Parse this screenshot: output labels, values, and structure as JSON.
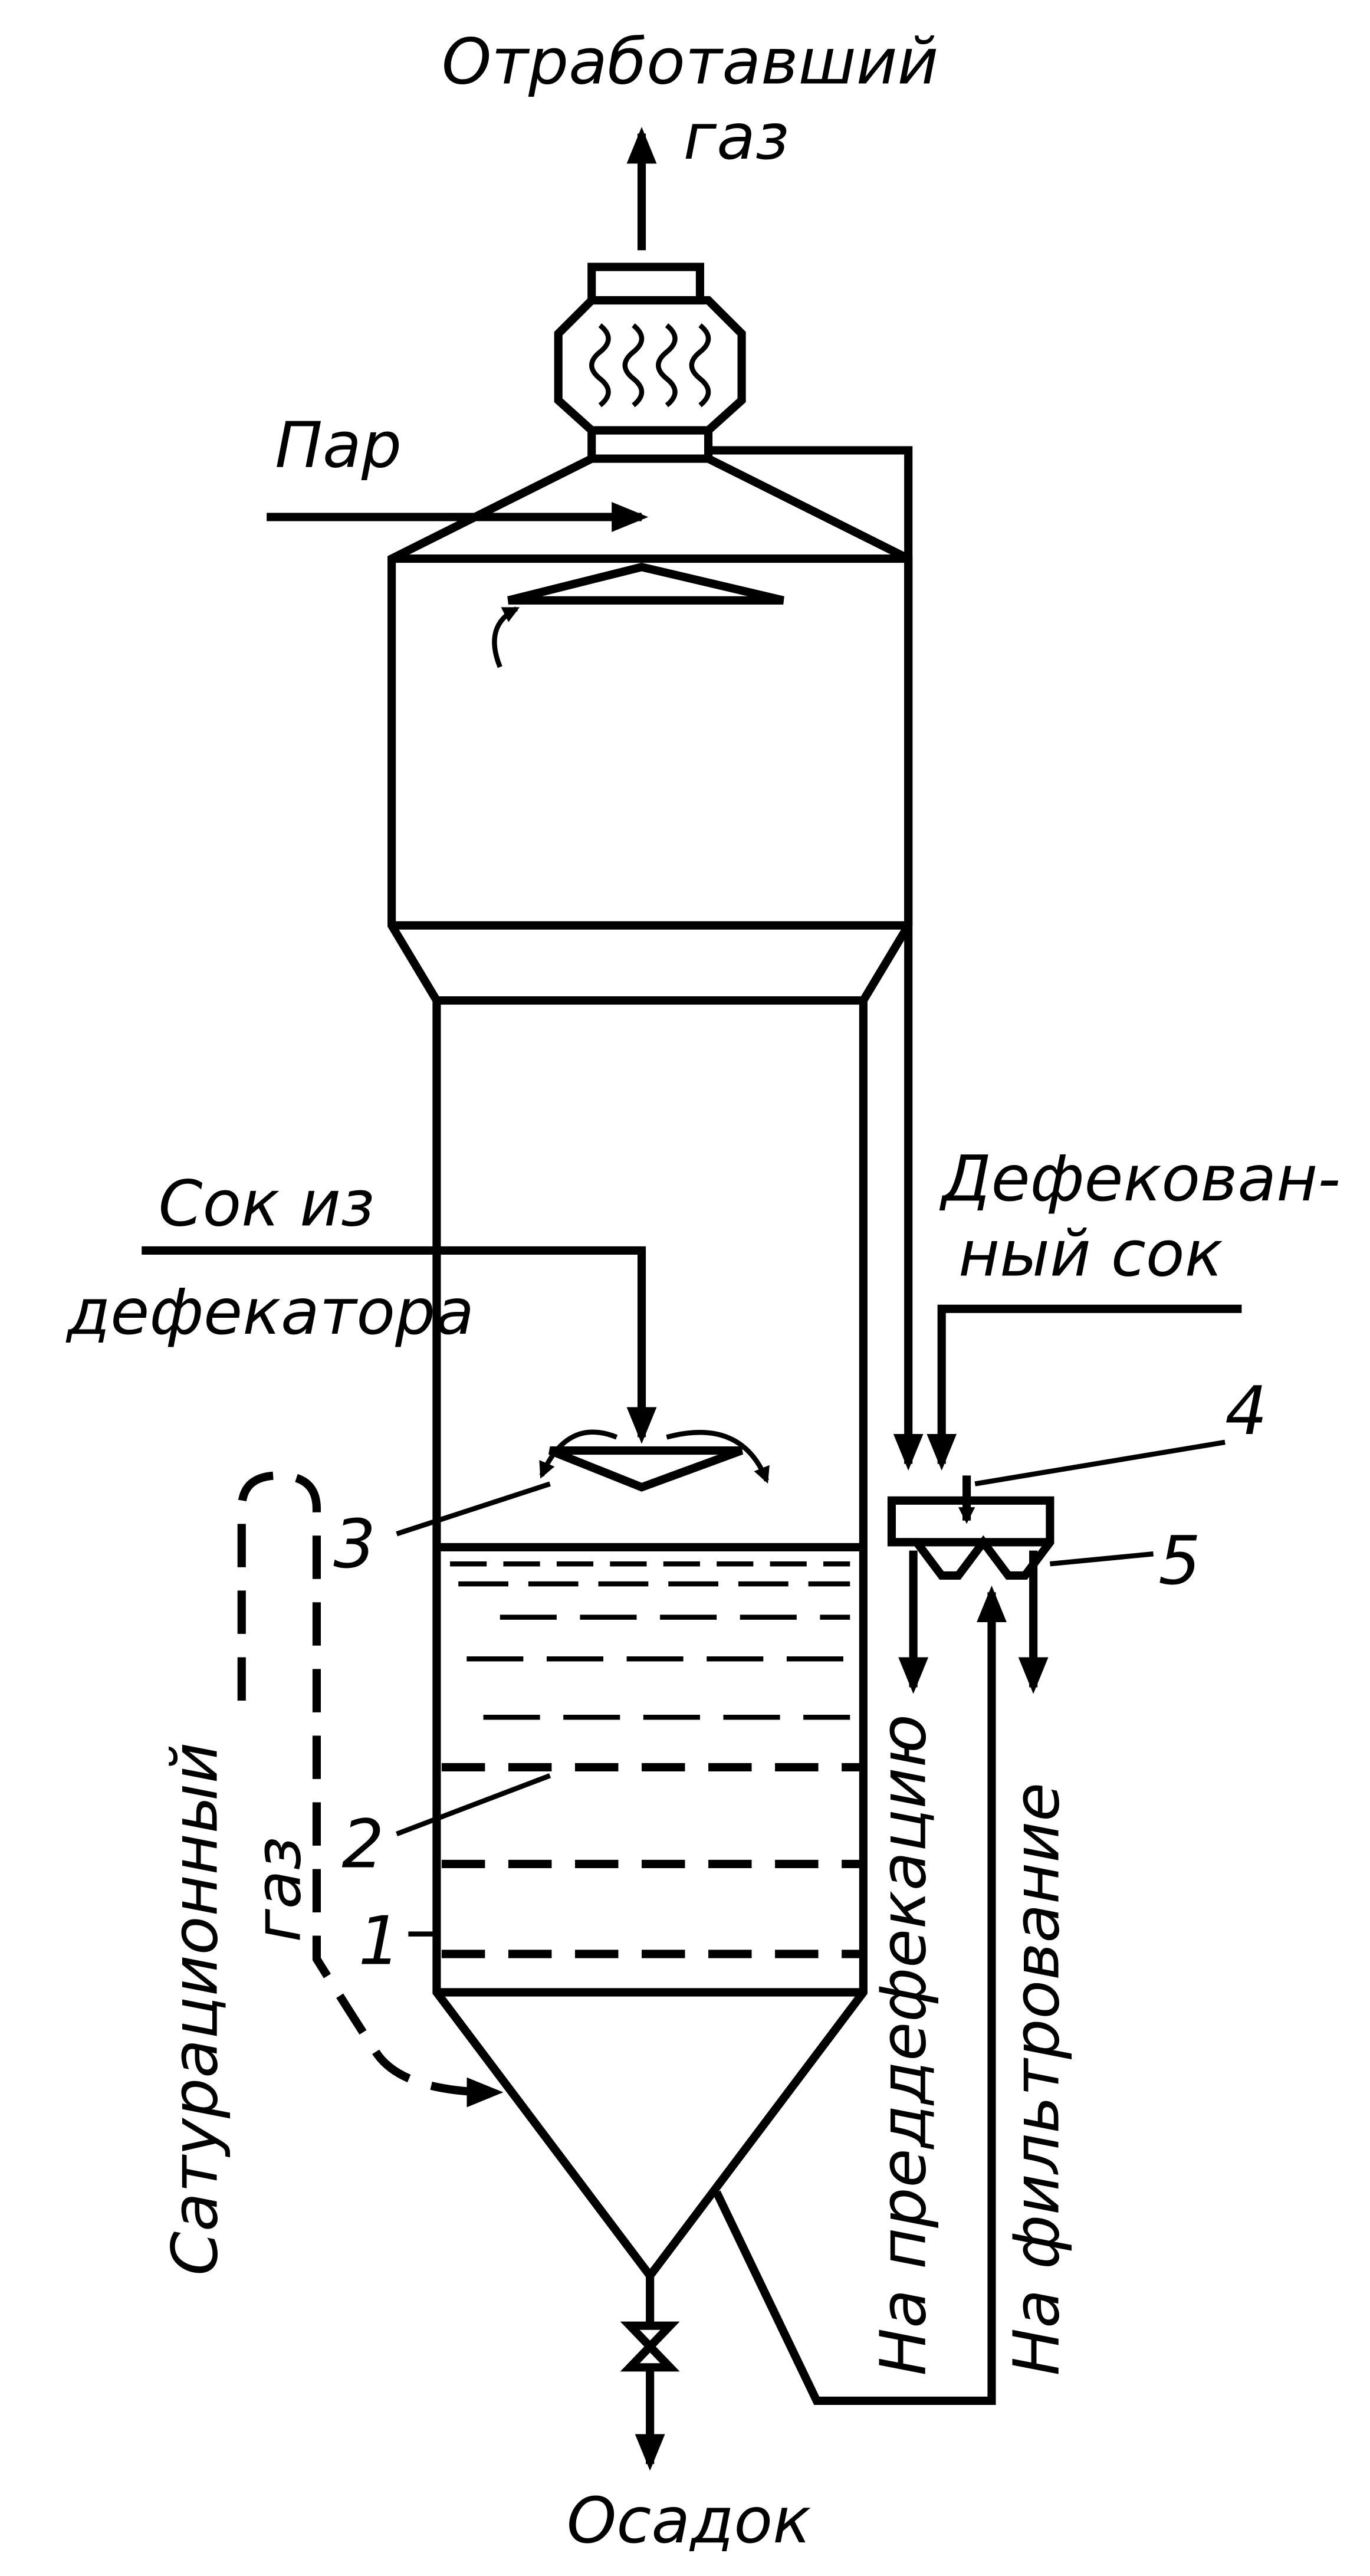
{
  "labels": {
    "exhaust_gas_1": "Отработавший",
    "exhaust_gas_2": "газ",
    "steam": "Пар",
    "juice_from_defecator_1": "Сок из",
    "juice_from_defecator_2": "дефекатора",
    "defecated_juice_1": "Дефекован-",
    "defecated_juice_2": "ный сок",
    "saturation_gas_1": "Сатурационный",
    "saturation_gas_2": "газ",
    "to_predefecation": "На преддефекацию",
    "to_filtration": "На фильтрование",
    "sediment": "Осадок"
  },
  "callouts": [
    "1",
    "2",
    "3",
    "4",
    "5"
  ]
}
